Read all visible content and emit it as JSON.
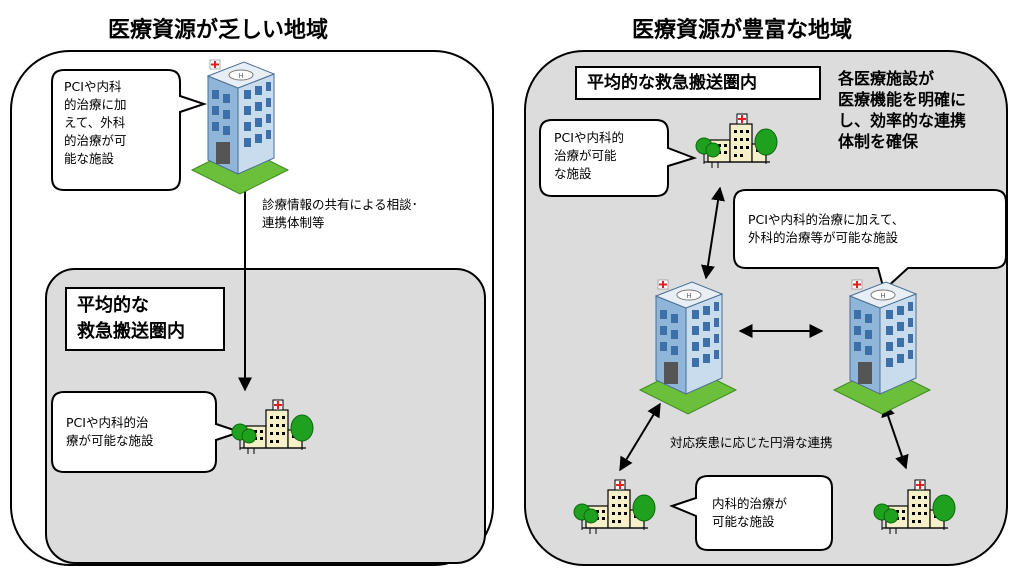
{
  "left_panel": {
    "title": "医療資源が乏しい地域",
    "area_label": "平均的な\n救急搬送圏内",
    "callout_top": "PCIや内科\n的治療に加\nえて、外科\n的治療が可\n能な施設",
    "callout_bottom": "PCIや内科的治\n療が可能な施設",
    "link_note": "診療情報の共有による相談･\n連携体制等"
  },
  "right_panel": {
    "title": "医療資源が豊富な地域",
    "area_label": "平均的な救急搬送圏内",
    "note": "各医療施設が\n医療機能を明確に\nし、効率的な連携\n体制を確保",
    "callout_left": "PCIや内科的\n治療が可能\nな施設",
    "callout_right": "PCIや内科的治療に加えて、\n外科的治療等が可能な施設",
    "callout_bottom": "内科的治療が\n可能な施設",
    "link_note": "対応疾患に応じた円滑な連携"
  },
  "colors": {
    "panel_gray": "#dcdcdc",
    "tree_green": "#1fa01f",
    "building_blue": "#8fb6d8",
    "clinic_yellow": "#f5f0c8",
    "cross_red": "#e02020"
  },
  "icons": [
    "hospital-building-icon",
    "clinic-icon",
    "tree-icon",
    "helipad-icon",
    "red-cross-icon"
  ]
}
